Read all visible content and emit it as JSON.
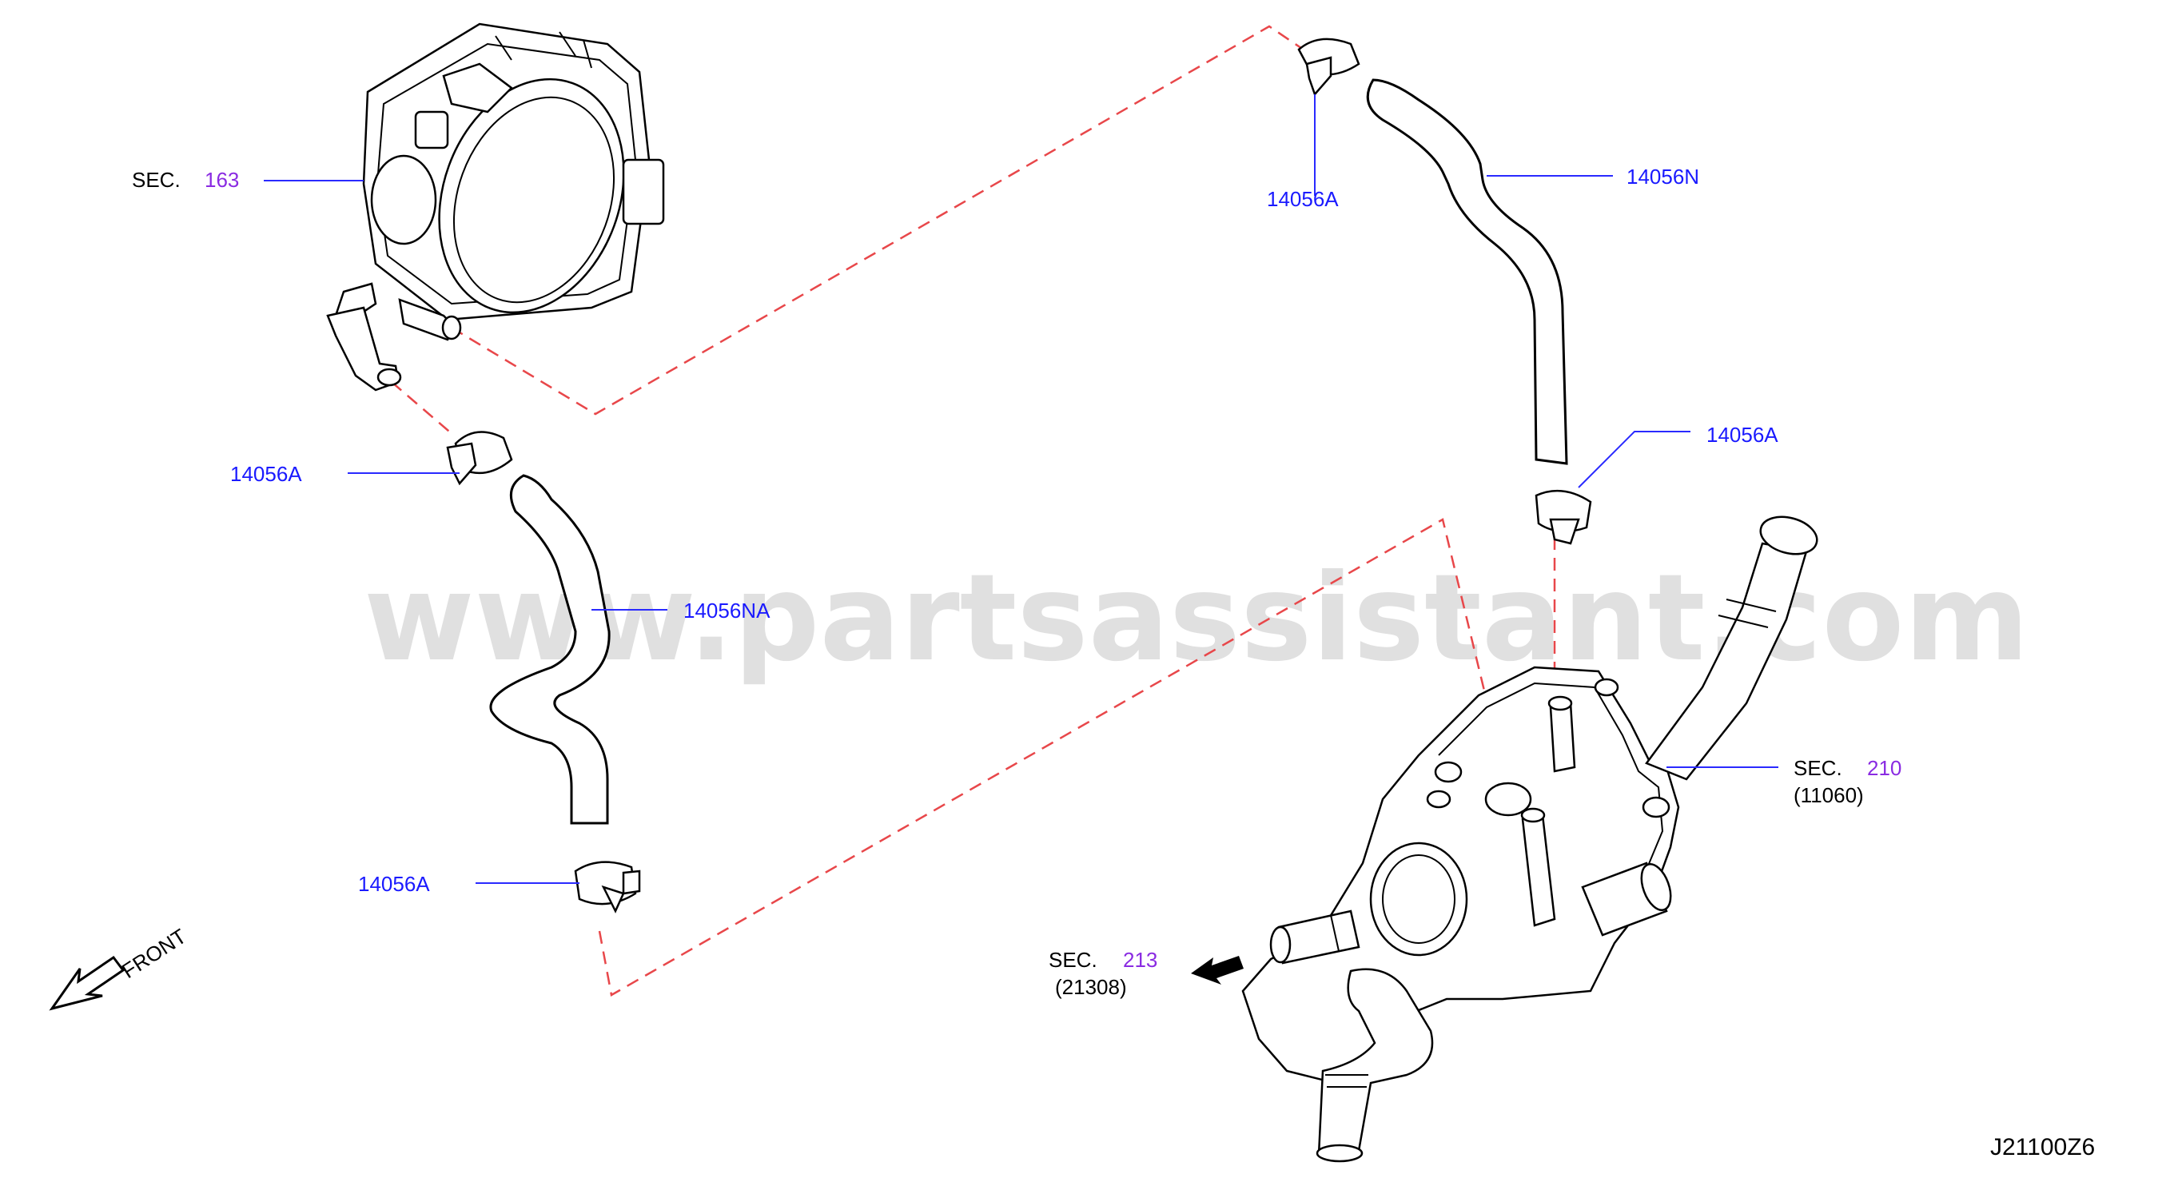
{
  "diagram": {
    "watermark": "www.partsassistant.com",
    "diagram_code": "J21100Z6",
    "front_label": "FRONT",
    "sec_prefix": "SEC.",
    "throttle_body": {
      "sec_number": "163"
    },
    "thermostat_housing": {
      "sec_number": "210",
      "part_ref": "(11060)"
    },
    "heater_outlet": {
      "sec_number": "213",
      "part_ref": "(21308)"
    },
    "parts": {
      "clamp_top": "14056A",
      "clamp_left": "14056A",
      "clamp_lower_left": "14056A",
      "clamp_right": "14056A",
      "hose_upper": "14056N",
      "hose_lower": "14056NA"
    }
  }
}
